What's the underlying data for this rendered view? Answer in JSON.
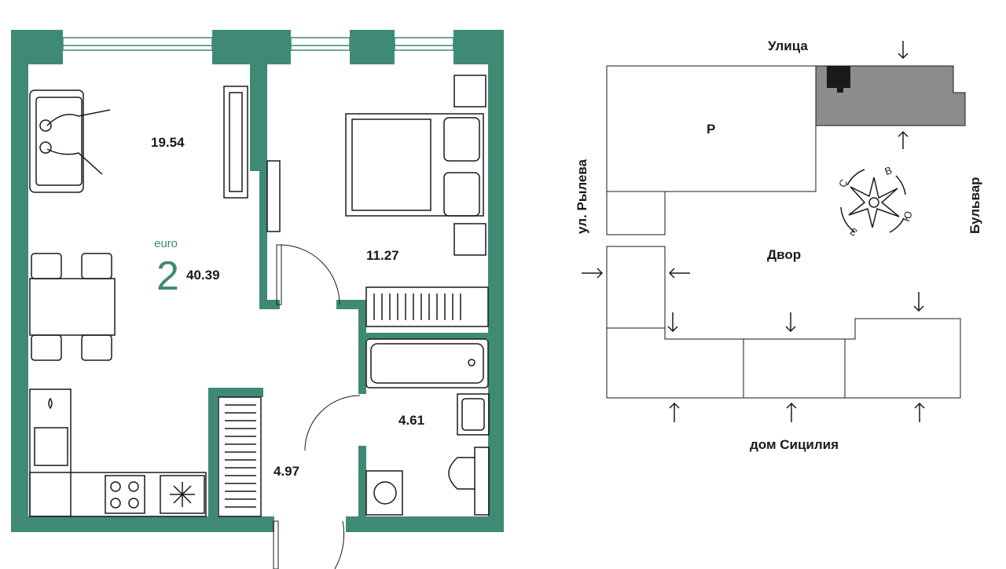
{
  "plan": {
    "wall_color": "#3f8a75",
    "rooms": {
      "living": "19.54",
      "bedroom": "11.27",
      "hall": "4.97",
      "bath": "4.61"
    },
    "type_label": "euro",
    "rooms_count": "2",
    "total_area": "40.39"
  },
  "site": {
    "street_top": "Улица",
    "street_left": "ул. Рылева",
    "street_right": "Бульвар",
    "yard": "Двор",
    "house_bottom": "дом Сицилия",
    "parking": "P",
    "highlight_color": "#8c8c8c",
    "compass": {
      "n": "С",
      "e": "В",
      "s": "Ю",
      "w": "З"
    }
  }
}
